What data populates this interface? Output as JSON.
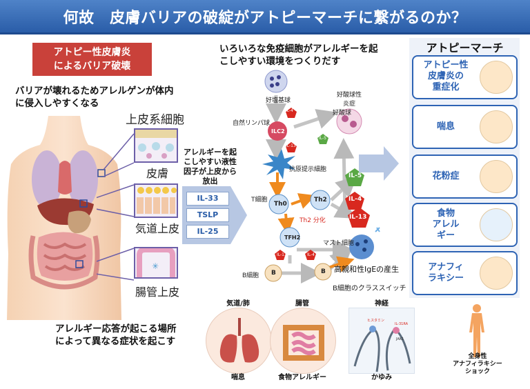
{
  "title": "何故　皮膚バリアの破綻がアトピーマーチに繋がるのか？",
  "left": {
    "badge_line1": "アトピー性皮膚炎",
    "badge_line2": "によるバリア破壊",
    "desc_line1": "バリアが壊れるためアレルゲンが体内",
    "desc_line2": "に侵入しやすくなる",
    "epithelial": "上皮系細胞",
    "skin": "皮膚",
    "airway": "気道上皮",
    "gut": "腸管上皮"
  },
  "middle": {
    "allergy_factors": "アレルギーを起こしやすい液性因子が上皮から放出",
    "cytokines": [
      "IL-33",
      "TSLP",
      "IL-25"
    ],
    "immune_line1": "いろいろな免疫細胞がアレルギーを起",
    "immune_line2": "こしやすい環境をつくりだす",
    "basophil": "好塩基球",
    "eosinophil_inflammation_1": "好酸球性",
    "eosinophil_inflammation_2": "炎症",
    "eosinophil": "好酸球",
    "ilc": "自然リンパ球",
    "ilc2": "ILC2",
    "apc": "抗原提示細胞",
    "tcell": "T細胞",
    "th0": "Th0",
    "th2": "Th2",
    "th2_diff": "Th2 分化",
    "tfh2": "TFH2",
    "mast": "マスト細胞",
    "bcell": "B細胞",
    "b": "B",
    "ige": "高親和性IgEの産生",
    "class_switch": "B細胞のクラススイッチ",
    "il4": "IL-4",
    "il5": "IL-5",
    "il13": "IL-13"
  },
  "march": {
    "header": "アトピーマーチ",
    "items": [
      {
        "l1": "アトピー性",
        "l2": "皮膚炎の",
        "l3": "重症化"
      },
      {
        "l1": "喘息",
        "l2": "",
        "l3": ""
      },
      {
        "l1": "花粉症",
        "l2": "",
        "l3": ""
      },
      {
        "l1": "食物",
        "l2": "アレル",
        "l3": "ギー"
      },
      {
        "l1": "アナフィ",
        "l2": "ラキシー",
        "l3": ""
      }
    ]
  },
  "bottom": {
    "desc_line1": "アレルギー応答が起こる場所",
    "desc_line2": "によって異なる症状を起こす",
    "lung": "気道/肺",
    "gut": "腸管",
    "nerve": "神経",
    "asthma": "喘息",
    "food": "食物アレルギー",
    "itch": "かゆみ",
    "histamine": "ヒスタミン",
    "il31ra": "IL-31RA",
    "jak1": "JAK1",
    "shock1": "全身性",
    "shock2": "アナフィラキシー",
    "shock3": "ショック"
  },
  "colors": {
    "title_bg": "#2a5da8",
    "badge_red": "#c9413a",
    "march_blue": "#2d63b4",
    "cytokine_red": "#d8281f",
    "il5_green": "#5aa845",
    "arrow_orange": "#ef8a1e"
  }
}
